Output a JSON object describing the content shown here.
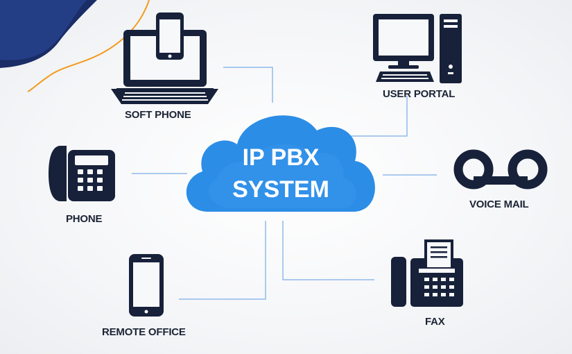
{
  "colors": {
    "accent_blue": "#2b8de6",
    "connector": "#8fb9ea",
    "icon_navy": "#17213a",
    "corner_dark": "#1a2d66",
    "corner_orange": "#f39a1d"
  },
  "center": {
    "line1": "IP PBX",
    "line2": "SYSTEM"
  },
  "nodes": [
    {
      "label": "SOFT PHONE",
      "icon": "laptop-with-smartphone-icon"
    },
    {
      "label": "USER PORTAL",
      "icon": "desktop-computer-icon"
    },
    {
      "label": "PHONE",
      "icon": "desk-phone-icon"
    },
    {
      "label": "VOICE MAIL",
      "icon": "voicemail-icon"
    },
    {
      "label": "REMOTE OFFICE",
      "icon": "smartphone-icon"
    },
    {
      "label": "FAX",
      "icon": "fax-machine-icon"
    }
  ]
}
